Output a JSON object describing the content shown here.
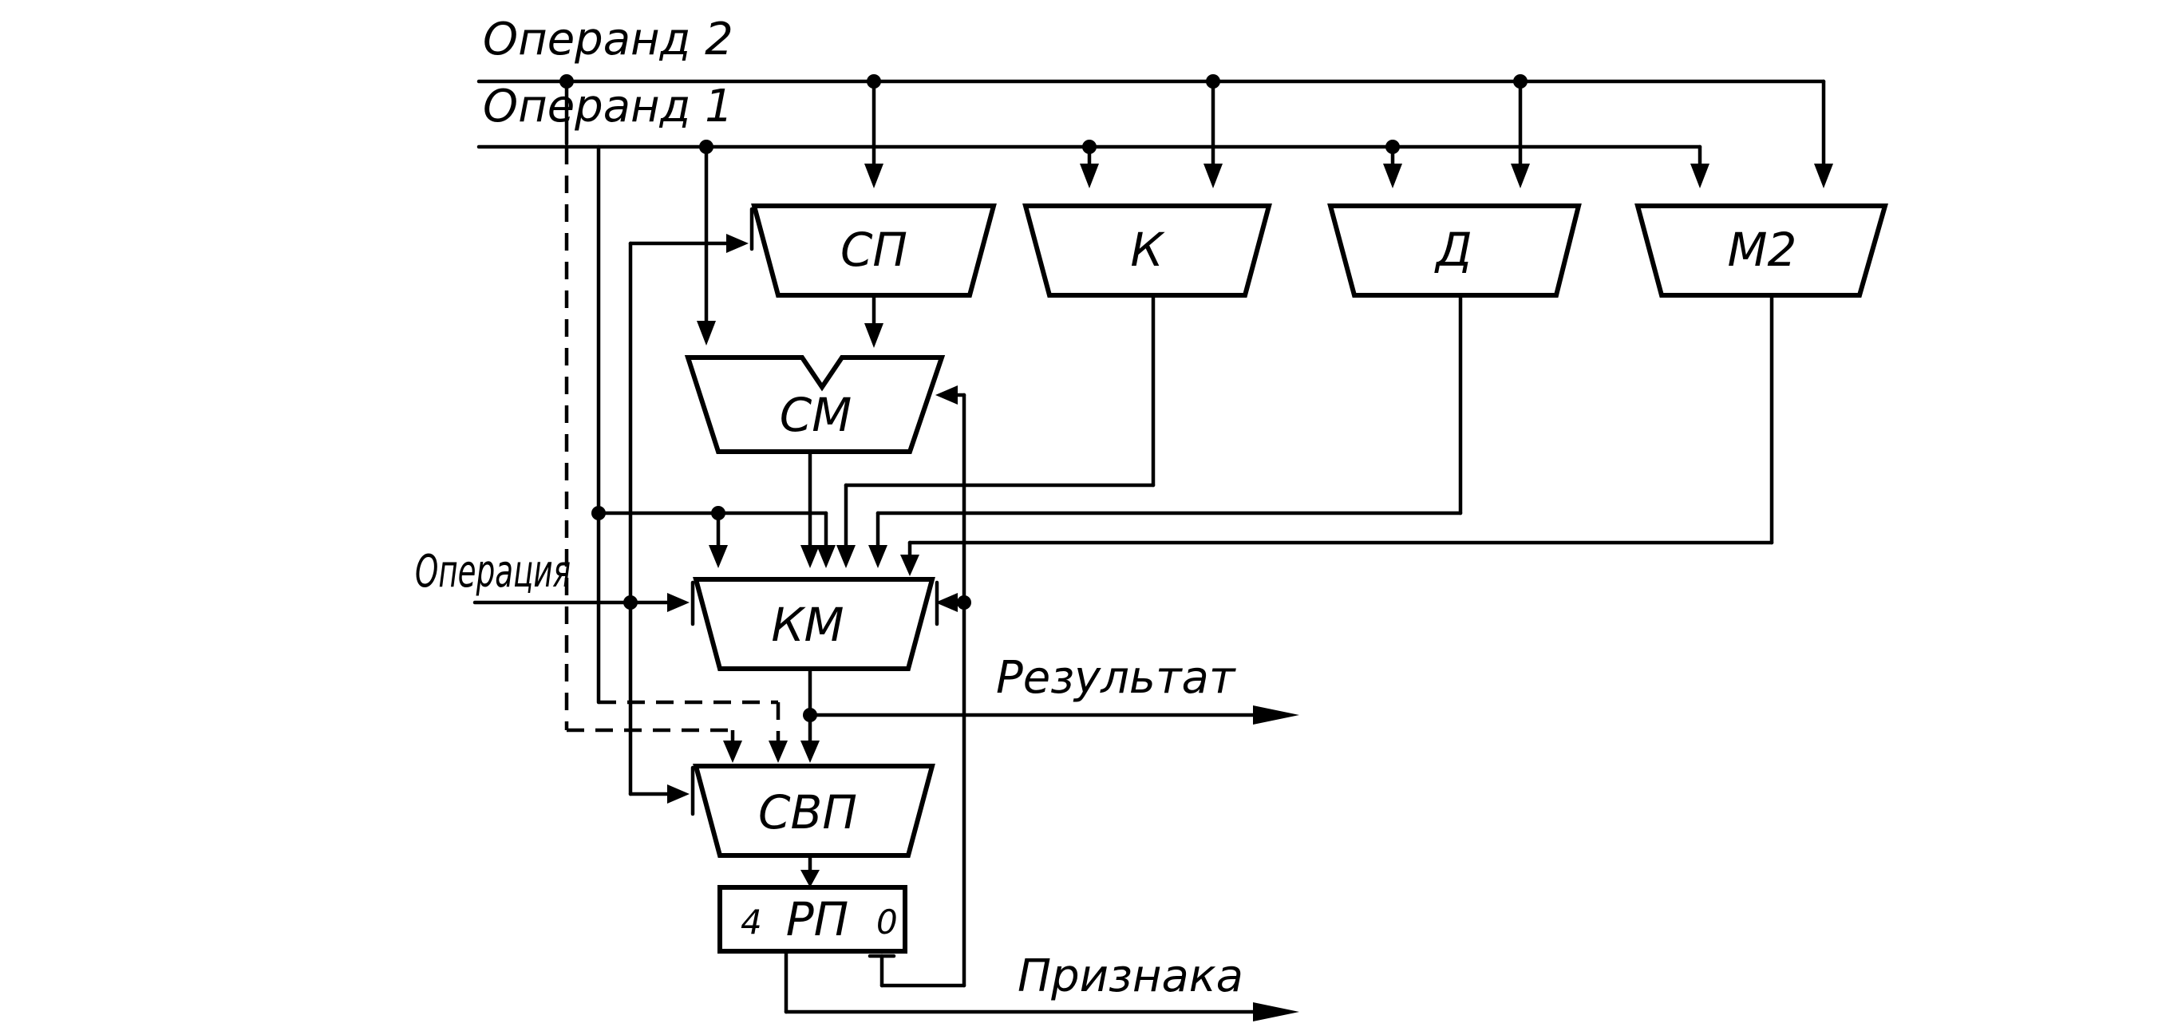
{
  "signals": {
    "operand2": "Операнд 2",
    "operand1": "Операнд 1",
    "operation": "Операция",
    "result": "Результат",
    "flags": "Признака"
  },
  "blocks": {
    "sp": "СП",
    "k": "К",
    "d": "Д",
    "m2": "М2",
    "sm": "СМ",
    "km": "КМ",
    "svp": "СВП",
    "rp": "РП",
    "rp_high_bit": "4",
    "rp_low_bit": "0"
  }
}
